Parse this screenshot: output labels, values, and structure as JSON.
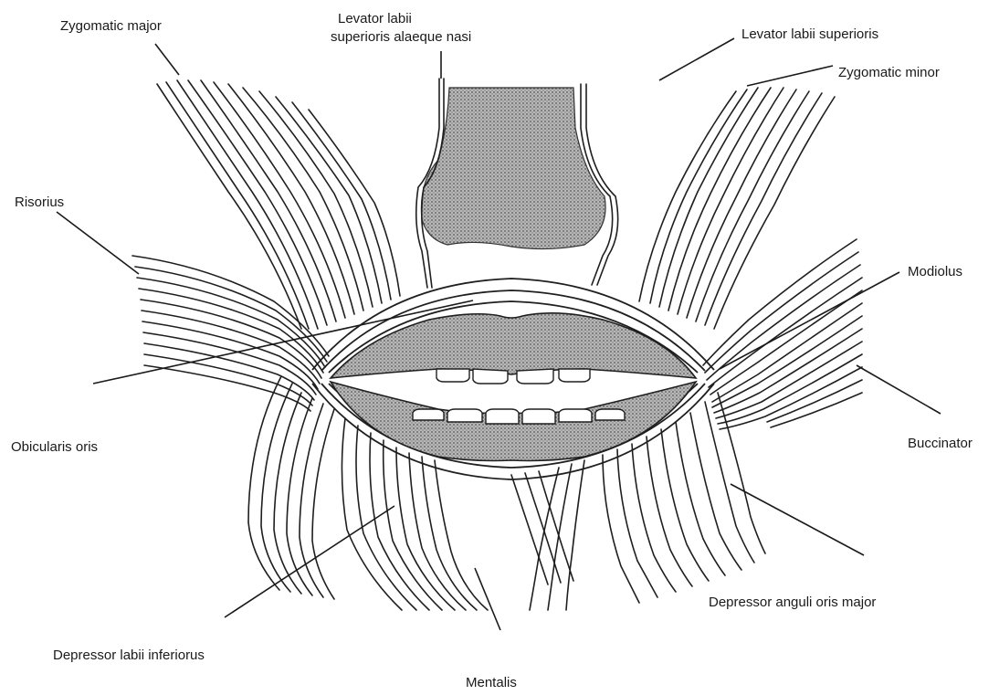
{
  "labels": {
    "zygomatic_major": "Zygomatic major",
    "levator_alaeque_line1": "Levator labii",
    "levator_alaeque_line2": "superioris alaeque nasi",
    "levator_superioris": "Levator labii superioris",
    "zygomatic_minor": "Zygomatic minor",
    "risorius": "Risorius",
    "modiolus": "Modiolus",
    "obicularis_oris": "Obicularis oris",
    "buccinator": "Buccinator",
    "depressor_anguli": "Depressor anguli oris major",
    "depressor_labii": "Depressor labii inferiorus",
    "mentalis": "Mentalis"
  }
}
